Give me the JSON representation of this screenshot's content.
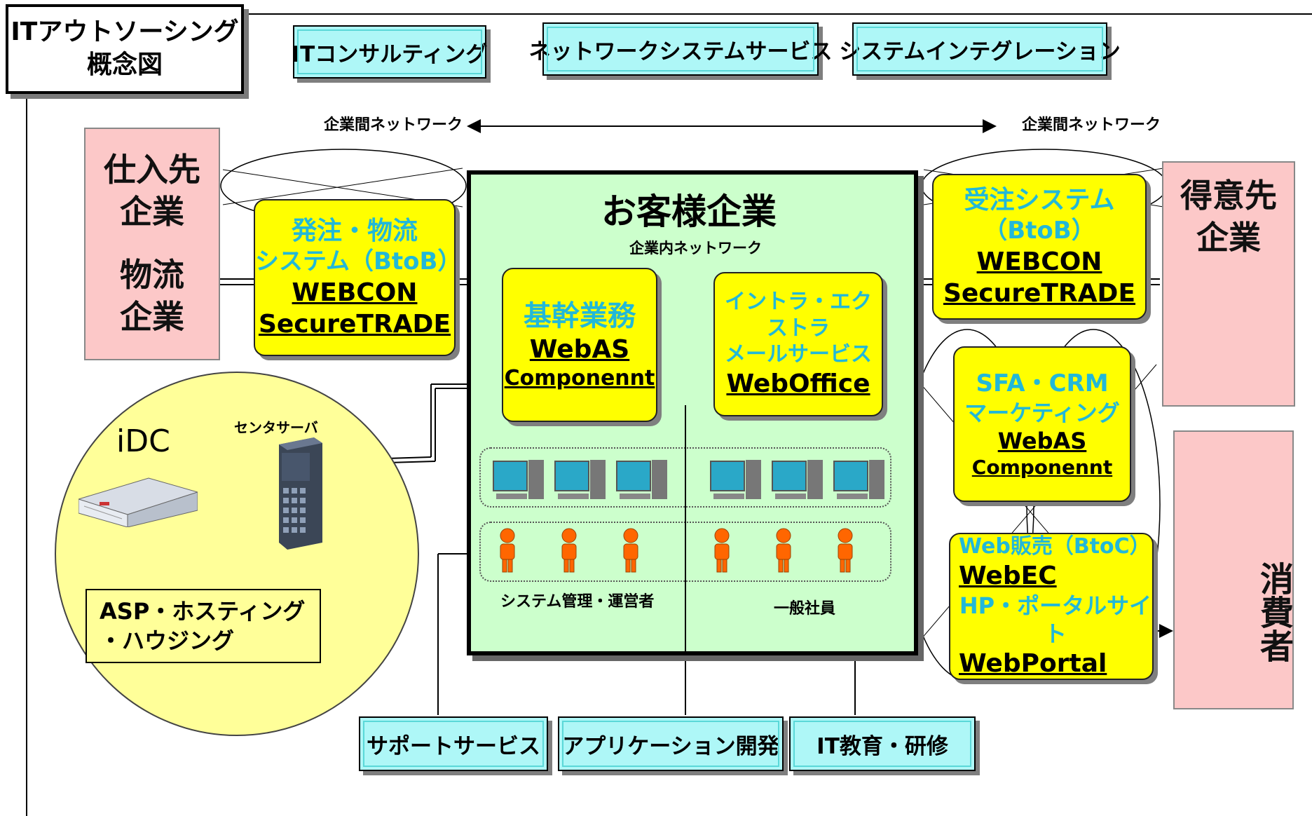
{
  "title": {
    "line1": "ITアウトソーシング",
    "line2": "概念図"
  },
  "services_top": [
    "ITコンサルティング",
    "ネットワークシステムサービス",
    "システムインテグレーション"
  ],
  "network_labels": {
    "left": "企業間ネットワーク",
    "right": "企業間ネットワーク",
    "internal": "企業内ネットワーク"
  },
  "supplier": {
    "line1": "仕入先",
    "line2": "企業",
    "line3": "物流",
    "line4": "企業"
  },
  "order_system": {
    "line1": "発注・物流",
    "line2": "システム（BtoB）",
    "line3": "WEBCON",
    "line4": "SecureTRADE"
  },
  "customer_company": {
    "title": "お客様企業"
  },
  "core_business": {
    "line1": "基幹業務",
    "line2": "WebAS",
    "line3": "Componennt"
  },
  "intranet": {
    "line1": "イントラ・エクストラ",
    "line2": "メールサービス",
    "line3": "WebOffice"
  },
  "receive_system": {
    "line1": "受注システム",
    "line2": "（BtoB）",
    "line3": "WEBCON",
    "line4": "SecureTRADE"
  },
  "client": {
    "line1": "得意先",
    "line2": "企業"
  },
  "sfa": {
    "line1": "SFA・CRM",
    "line2": "マーケティング",
    "line3": "WebAS",
    "line4": "Componennt"
  },
  "web_sales": {
    "line1": "Web販売（BtoC）",
    "line2": "WebEC",
    "line3": "HP・ポータルサイト",
    "line4": "WebPortal"
  },
  "consumer": {
    "text": "消費者"
  },
  "idc": {
    "label": "iDC",
    "server_label": "センタサーバ",
    "asp_line1": "ASP・ホスティング",
    "asp_line2": "・ハウジング"
  },
  "staff_labels": {
    "admin": "システム管理・運営者",
    "general": "一般社員"
  },
  "services_bottom": [
    "サポートサービス",
    "アプリケーション開発",
    "IT教育・研修"
  ],
  "colors": {
    "cyan_box": "#aef7f7",
    "pink_box": "#fcc8c8",
    "yellow_box": "#ffff00",
    "customer_bg": "#ccffcc",
    "idc_bg": "#ffff99",
    "text_cyan": "#22b8d8",
    "person": "#ff6600"
  }
}
